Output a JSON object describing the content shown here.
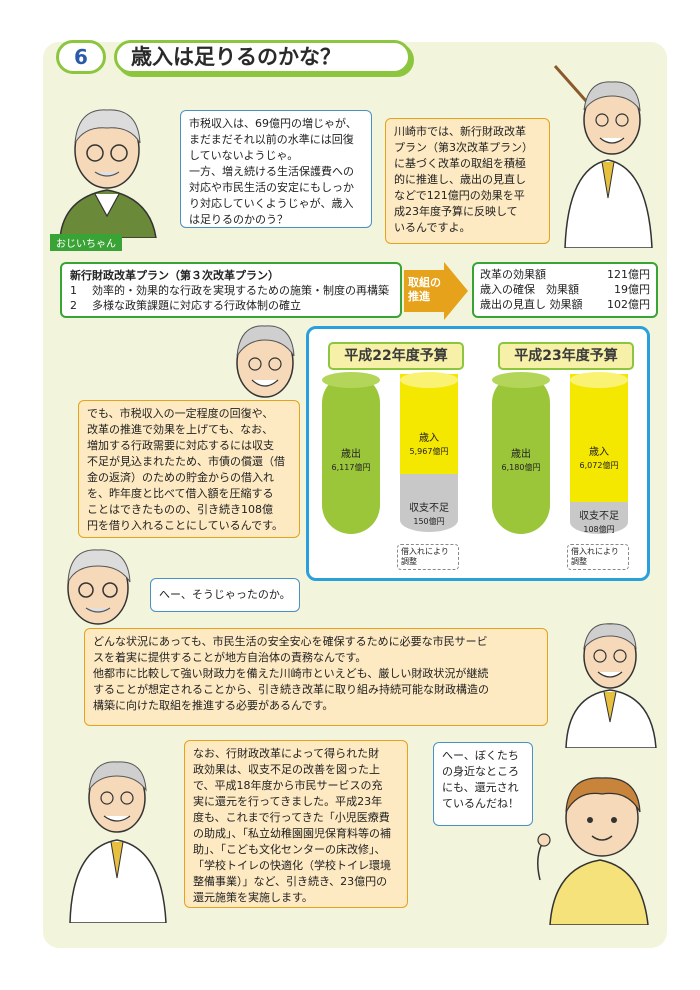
{
  "header": {
    "number": "6",
    "title": "歳入は足りるのかな？"
  },
  "bubble1": {
    "lines": [
      "市税収入は、69億円の増じゃが、",
      "まだまだそれ以前の水準には回復",
      "していないようじゃ。",
      "一方、増え続ける生活保護費への",
      "対応や市民生活の安定にもしっか",
      "り対応していくようじゃが、歳入",
      "は足りるのかのう？"
    ]
  },
  "grandpa_label": "おじいちゃん",
  "bubble2": {
    "lines": [
      "川崎市では、新行財政改革",
      "プラン（第3次改革プラン）",
      "に基づく改革の取組を積極",
      "的に推進し、歳出の見直し",
      "などで121億円の効果を平",
      "成23年度予算に反映して",
      "いるんですよ。"
    ]
  },
  "plan": {
    "title": "新行財政改革プラン（第３次改革プラン）",
    "items": [
      {
        "num": "1",
        "text": "効率的・効果的な行政を実現するための施策・制度の再構築"
      },
      {
        "num": "2",
        "text": "多様な政策課題に対応する行政体制の確立"
      }
    ]
  },
  "arrow_label": [
    "取組の",
    "推進"
  ],
  "effects": [
    {
      "label": "改革の効果額",
      "value": "121億円"
    },
    {
      "label": "歳入の確保　効果額",
      "value": "19億円"
    },
    {
      "label": "歳出の見直し 効果額",
      "value": "102億円"
    }
  ],
  "bubble3": {
    "lines": [
      "でも、市税収入の一定程度の回復や、",
      "改革の推進で効果を上げても、なお、",
      "増加する行政需要に対応するには収支",
      "不足が見込まれたため、市債の償還（借",
      "金の返済）のための貯金からの借入れ",
      "を、昨年度と比べて借入額を圧縮する",
      "ことはできたものの、引き続き108億",
      "円を借り入れることにしているんです。"
    ]
  },
  "budgets": [
    {
      "title": "平成22年度予算",
      "expense_label": "歳出",
      "expense": "6,117億円",
      "revenue_label": "歳入",
      "revenue": "5,967億円",
      "gap_label": "収支不足",
      "gap": "150億円",
      "note": [
        "借入れにより",
        "調整"
      ]
    },
    {
      "title": "平成23年度予算",
      "expense_label": "歳出",
      "expense": "6,180億円",
      "revenue_label": "歳入",
      "revenue": "6,072億円",
      "gap_label": "収支不足",
      "gap": "108億円",
      "note": [
        "借入れにより",
        "調整"
      ]
    }
  ],
  "bubble4": {
    "text": "へー、そうじゃったのか。"
  },
  "bubble5": {
    "lines": [
      "どんな状況にあっても、市民生活の安全安心を確保するために必要な市民サービ",
      "スを着実に提供することが地方自治体の責務なんです。",
      "他都市に比較して強い財政力を備えた川崎市といえども、厳しい財政状況が継続",
      "することが想定されることから、引き続き改革に取り組み持続可能な財政構造の",
      "構築に向けた取組を推進する必要があるんです。"
    ]
  },
  "bubble6": {
    "lines": [
      "なお、行財政改革によって得られた財",
      "政効果は、収支不足の改善を図った上",
      "で、平成18年度から市民サービスの充",
      "実に還元を行ってきました。平成23年",
      "度も、これまで行ってきた「小児医療費",
      "の助成」、「私立幼稚園園児保育料等の補",
      "助」、「こども文化センターの床改修」、",
      "「学校トイレの快適化（学校トイレ環境",
      "整備事業）」など、引き続き、23億円の",
      "還元施策を実施します。"
    ]
  },
  "bubble7": {
    "lines": [
      "へー、ぼくたち",
      "の身近なところ",
      "にも、還元され",
      "ているんだね！"
    ]
  },
  "colors": {
    "green": "#8cc63f",
    "dark_green": "#3aa335",
    "orange": "#e6a21a",
    "blue": "#29a0dc",
    "yellow": "#f5e800",
    "gray": "#c8c8c8"
  }
}
